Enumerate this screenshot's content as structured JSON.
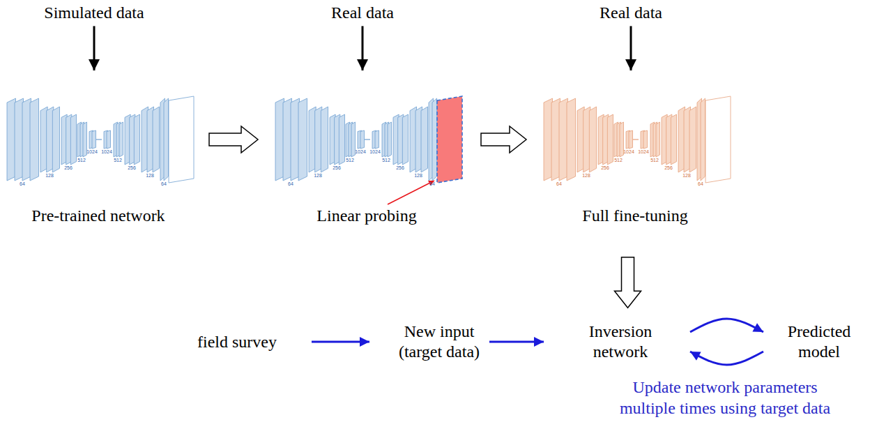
{
  "diagram": {
    "nodes": [
      {
        "text": [
          "Simulated data"
        ]
      },
      {
        "text": [
          "Pre-trained network"
        ]
      },
      {
        "text": [
          "Real data"
        ]
      },
      {
        "text": [
          "Linear probing"
        ]
      },
      {
        "text": [
          "Real data"
        ]
      },
      {
        "text": [
          "Full fine-tuning"
        ]
      },
      {
        "text": [
          "field survey"
        ]
      },
      {
        "text": [
          "New input (target data)"
        ]
      },
      {
        "text": [
          "Inversion network"
        ]
      },
      {
        "text": [
          "Predicted model"
        ]
      }
    ],
    "edges": [
      {
        "from": 0,
        "to": 1,
        "arrow": "to"
      },
      {
        "from": 2,
        "to": 3,
        "arrow": "to"
      },
      {
        "from": 4,
        "to": 5,
        "arrow": "to"
      },
      {
        "from": 1,
        "to": 3,
        "arrow": "to"
      },
      {
        "from": 3,
        "to": 5,
        "arrow": "to"
      },
      {
        "from": 5,
        "to": 8,
        "arrow": "to"
      },
      {
        "from": 6,
        "to": 7,
        "arrow": "to"
      },
      {
        "from": 7,
        "to": 8,
        "arrow": "to"
      },
      {
        "from": 8,
        "to": 9,
        "arrow": "to"
      },
      {
        "from": 9,
        "to": 8,
        "arrow": "to"
      }
    ],
    "labels": [
      "64",
      "128",
      "256",
      "512",
      "1024",
      "1024",
      "512",
      "256",
      "128",
      "64",
      "64",
      "128",
      "256",
      "512",
      "1024",
      "1024",
      "512",
      "256",
      "128",
      "64",
      "64",
      "128",
      "256",
      "512",
      "1024",
      "1024",
      "512",
      "256",
      "128",
      "64",
      "Update network parameters multiple times using target data"
    ]
  }
}
